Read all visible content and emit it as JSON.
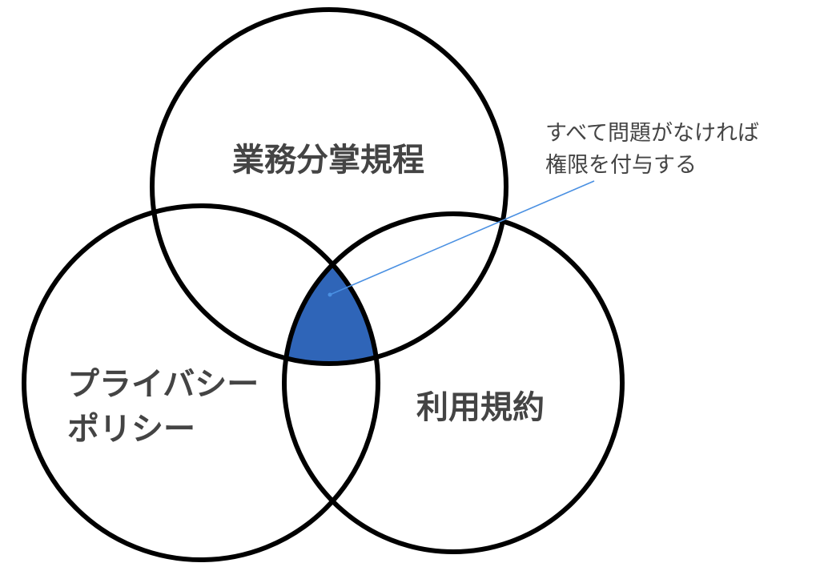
{
  "diagram": {
    "type": "venn-3",
    "sets": [
      {
        "id": "top",
        "label": "業務分掌規程"
      },
      {
        "id": "left",
        "label_lines": [
          "プライバシー",
          "ポリシー"
        ]
      },
      {
        "id": "right",
        "label": "利用規約"
      }
    ],
    "highlight": {
      "region": "intersection-all",
      "color": "#2f65b8"
    },
    "callout": {
      "lines": [
        "すべて問題がなければ",
        "権限を付与する"
      ],
      "leader_color": "#4a90e2"
    },
    "colors": {
      "outline": "#000000",
      "label": "#444444"
    }
  }
}
